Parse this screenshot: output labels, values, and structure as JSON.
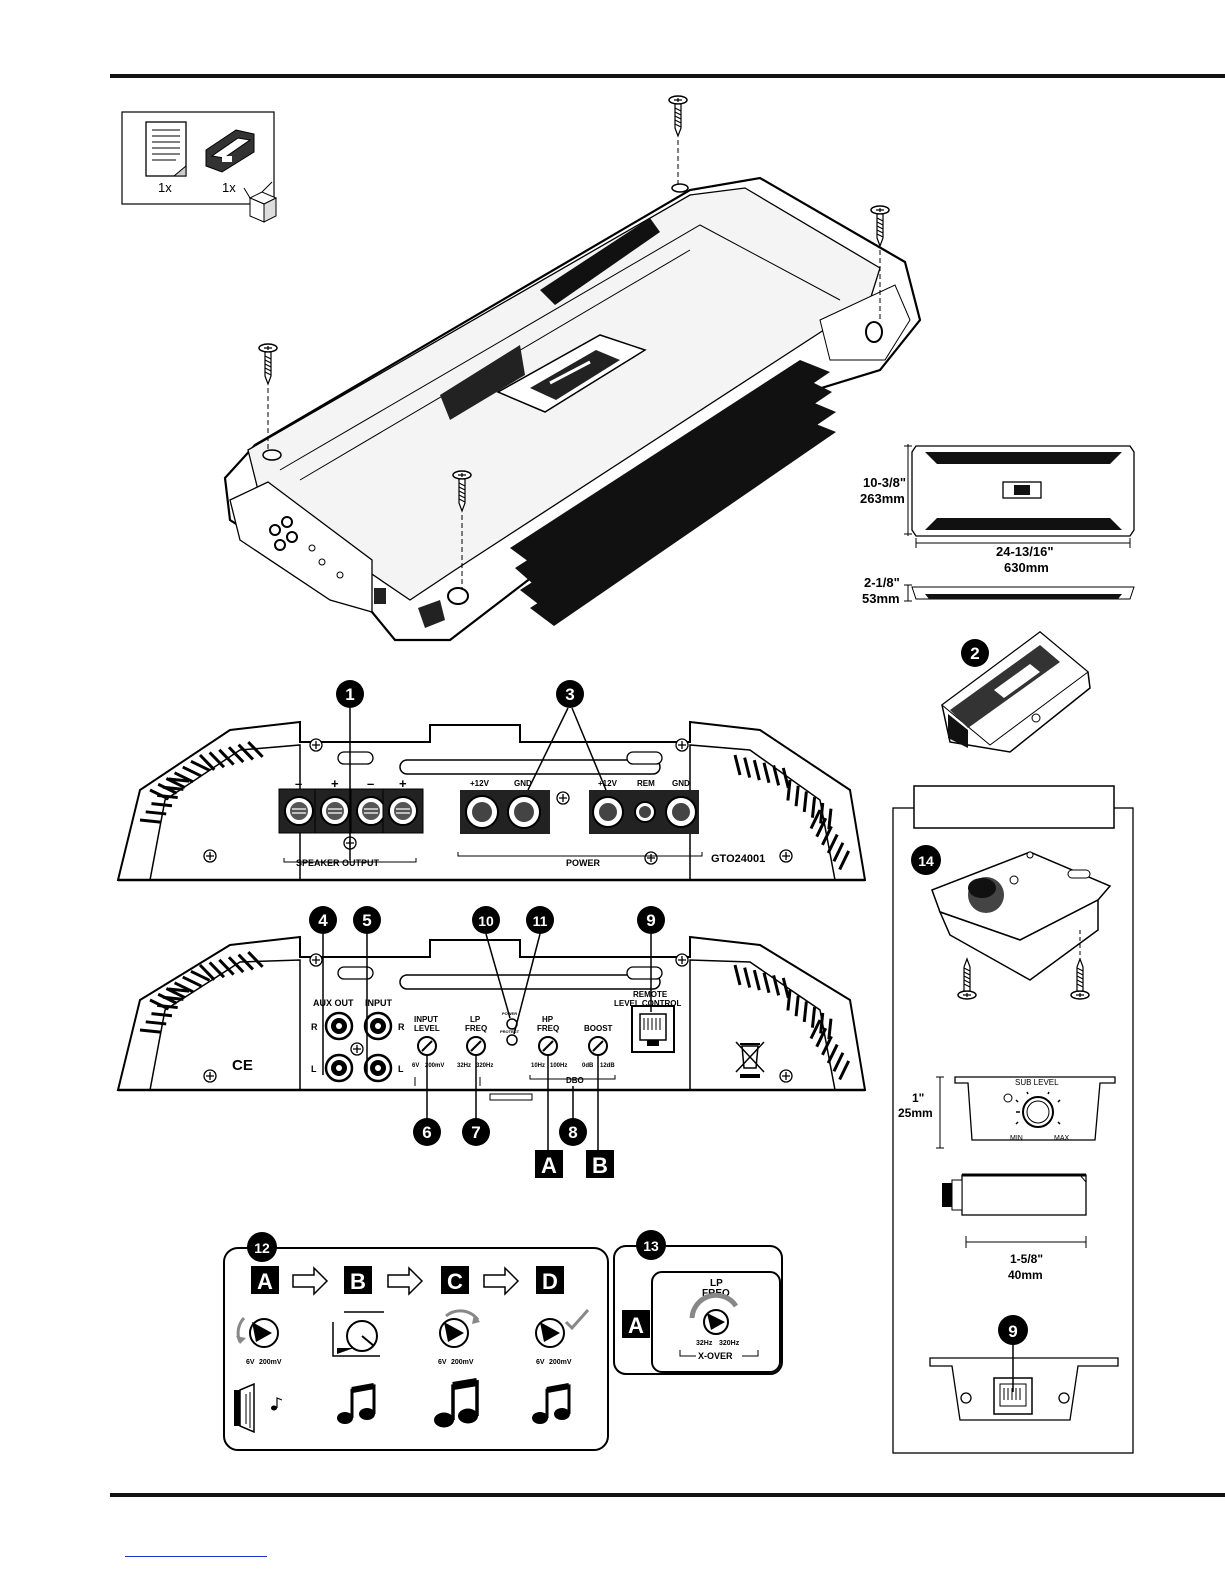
{
  "kit_box": {
    "manual_qty": "1x",
    "remote_qty": "1x"
  },
  "dimensions": {
    "height_in": "10-3/8\"",
    "height_mm": "263mm",
    "length_in": "24-13/16\"",
    "length_mm": "630mm",
    "depth_in": "2-1/8\"",
    "depth_mm": "53mm"
  },
  "panel1": {
    "speaker_signs": [
      "–",
      "+",
      "–",
      "+"
    ],
    "speaker_output": "SPEAKER OUTPUT",
    "power_labels": [
      "+12V",
      "GND",
      "+12V",
      "REM",
      "GND"
    ],
    "power": "POWER",
    "model": "GTO24001"
  },
  "panel2": {
    "aux_out": "AUX OUT",
    "input": "INPUT",
    "r": "R",
    "l": "L",
    "input_level": [
      "INPUT",
      "LEVEL"
    ],
    "input_range": [
      "6V",
      "200mV"
    ],
    "lp_freq": [
      "LP",
      "FREQ"
    ],
    "lp_range": [
      "32Hz",
      "320Hz"
    ],
    "power_led": "POWER",
    "protect_led": "PROTECT",
    "hp_freq": [
      "HP",
      "FREQ"
    ],
    "hp_range": [
      "10Hz",
      "100Hz"
    ],
    "boost": "BOOST",
    "boost_range": [
      "0dB",
      "12dB"
    ],
    "dbo": "DBO",
    "remote": [
      "REMOTE",
      "LEVEL CONTROL"
    ],
    "ce": "CE"
  },
  "callouts": [
    "1",
    "2",
    "3",
    "4",
    "5",
    "6",
    "7",
    "8",
    "9",
    "10",
    "11",
    "12",
    "13",
    "14"
  ],
  "letters": {
    "a": "A",
    "b": "B",
    "c": "C",
    "d": "D"
  },
  "step12": {
    "range": [
      "6V",
      "200mV"
    ]
  },
  "step13": {
    "lp": "LP",
    "freq": "FREQ",
    "range": [
      "32Hz",
      "320Hz"
    ],
    "xover": "X-OVER"
  },
  "remote_panel": {
    "sub_level": "SUB LEVEL",
    "min": "MIN",
    "max": "MAX",
    "height_in": "1\"",
    "height_mm": "25mm",
    "width_in": "1-5/8\"",
    "width_mm": "40mm"
  }
}
